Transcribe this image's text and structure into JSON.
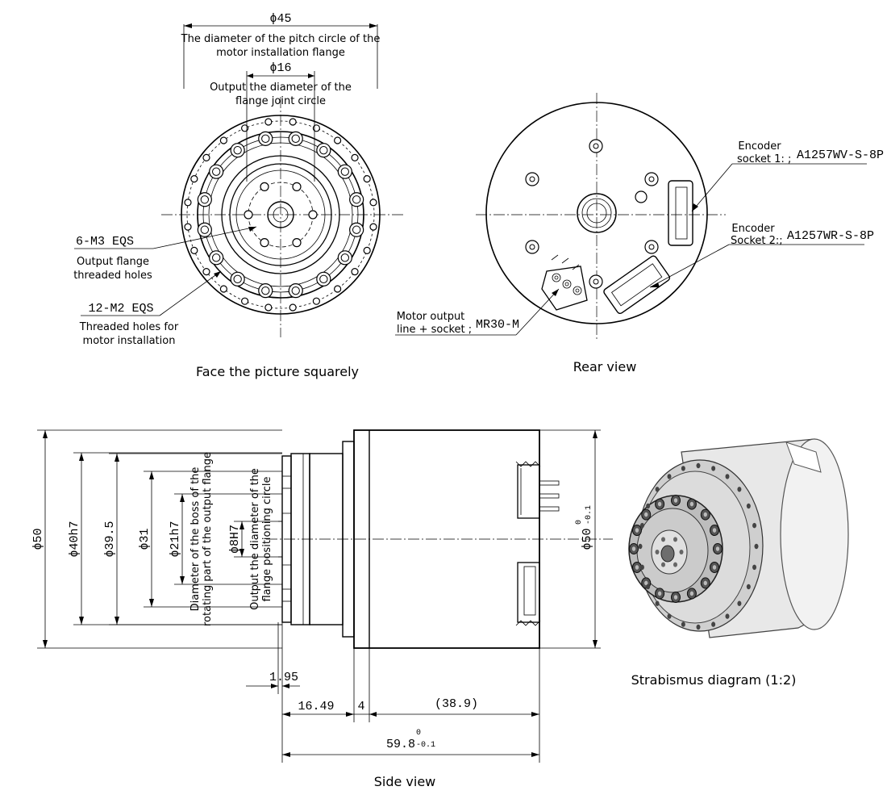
{
  "front_view": {
    "caption": "Face the picture squarely",
    "dim_pitch": "ϕ45",
    "pitch_note_1": "The diameter of the pitch circle of the",
    "pitch_note_2": "motor installation flange",
    "dim_joint": "ϕ16",
    "joint_note_1": "Output the diameter of the",
    "joint_note_2": "flange joint circle",
    "holes_m3": "6-M3 EQS",
    "m3_note_1": "Output flange",
    "m3_note_2": "threaded holes",
    "holes_m2": "12-M2 EQS",
    "m2_note_1": "Threaded holes for",
    "m2_note_2": "motor installation"
  },
  "rear_view": {
    "caption": "Rear view",
    "enc1_a": "Encoder",
    "enc1_b": "socket 1: ;",
    "enc1_part": "A1257WV-S-8P",
    "enc2_a": "Encoder",
    "enc2_b": "Socket 2:;",
    "enc2_part": "A1257WR-S-8P",
    "motor_a": "Motor output",
    "motor_b": "line + socket ;",
    "motor_part": "MR30-M"
  },
  "side_view": {
    "caption": "Side view",
    "d50": "ϕ50",
    "d40h7": "ϕ40h7",
    "d395": "ϕ39.5",
    "d31": "ϕ31",
    "d21h7": "ϕ21h7",
    "d8h7": "ϕ8H7",
    "boss_note_1": "Diameter of the boss of the",
    "boss_note_2": "rotating part of the output flange",
    "pos_note_1": "Output the diameter of the",
    "pos_note_2": "flange positioning circle",
    "d50_tol": "ϕ50",
    "d50_tol_sup": "0",
    "d50_tol_sub": "-0.1",
    "len_195": "1.95",
    "len_1649": "16.49",
    "len_4": "4",
    "len_389": "(38.9)",
    "len_598": "59.8",
    "len_598_sup": "0",
    "len_598_sub": "-0.1"
  },
  "iso_view": {
    "caption": "Strabismus diagram (1:2)"
  }
}
